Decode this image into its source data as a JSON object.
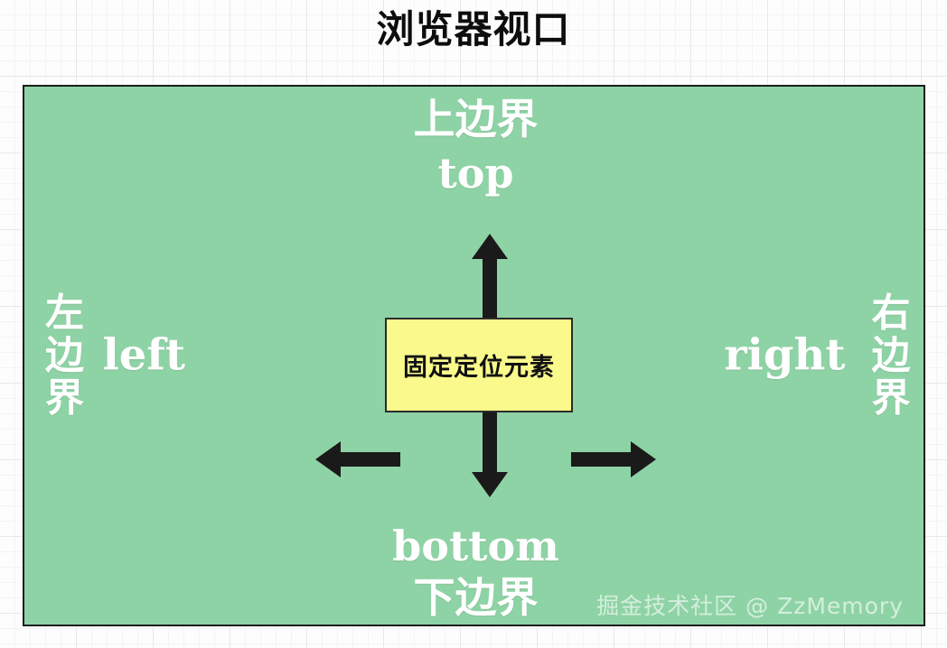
{
  "title": "浏览器视口",
  "colors": {
    "viewport_fill": "#8ed3a5",
    "viewport_border": "#1d1d1d",
    "fixed_fill": "#fafa8c",
    "fixed_border": "#2b2b2b",
    "label_text": "#ffffff",
    "title_text": "#0d0d0d",
    "grid_line": "#e8e8e8",
    "page_background": "#fdfdfd"
  },
  "viewport": {
    "edges": {
      "top": {
        "cn": "上边界",
        "en": "top"
      },
      "bottom": {
        "en": "bottom",
        "cn": "下边界"
      },
      "left": {
        "cn": "左边界",
        "en": "left"
      },
      "right": {
        "en": "right",
        "cn": "右边界"
      }
    }
  },
  "fixed_element": {
    "label": "固定定位元素"
  },
  "arrows": [
    {
      "name": "arrow-up",
      "direction": "up",
      "points_to": "top"
    },
    {
      "name": "arrow-down",
      "direction": "down",
      "points_to": "bottom"
    },
    {
      "name": "arrow-left",
      "direction": "left",
      "points_to": "left"
    },
    {
      "name": "arrow-right",
      "direction": "right",
      "points_to": "right"
    }
  ],
  "watermark": "掘金技术社区 @ ZzMemory"
}
